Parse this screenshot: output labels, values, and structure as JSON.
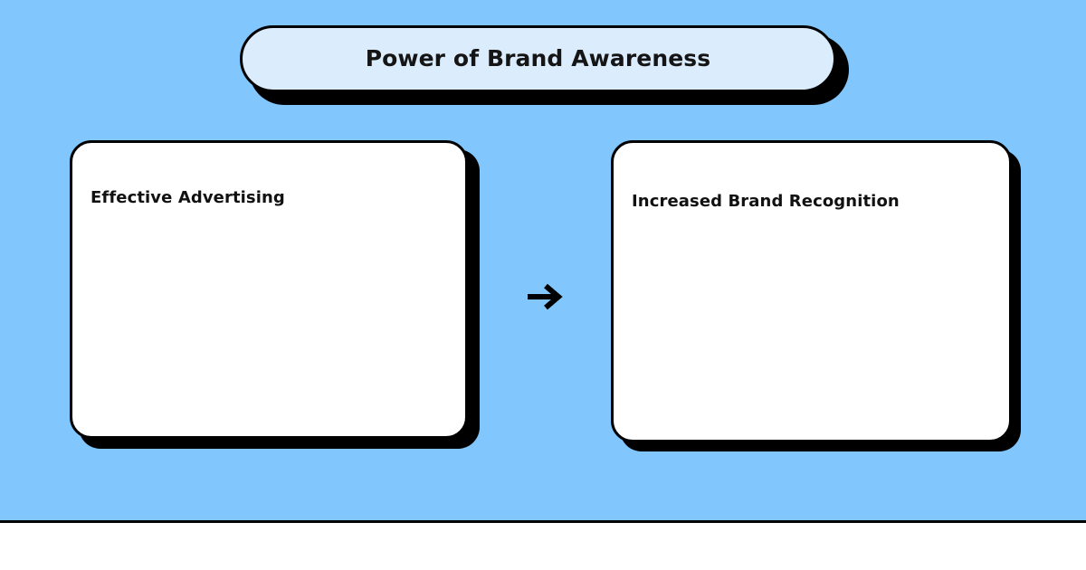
{
  "canvas": {
    "background_color": "#81c6fd",
    "footer_background_color": "#ffffff",
    "divider_color": "#000000"
  },
  "header": {
    "title": "Power of Brand Awareness",
    "pill_fill_color": "#dbecfc",
    "pill_border_color": "#000000"
  },
  "diagram": {
    "type": "flow",
    "nodes": [
      {
        "id": "node-effective-advertising",
        "label": "Effective Advertising",
        "fill_color": "#ffffff",
        "border_color": "#000000"
      },
      {
        "id": "node-increased-brand-recognition",
        "label": "Increased Brand Recognition",
        "fill_color": "#ffffff",
        "border_color": "#000000"
      }
    ],
    "connectors": [
      {
        "id": "connector-1",
        "icon": "arrow-right-icon",
        "from": "node-effective-advertising",
        "to": "node-increased-brand-recognition",
        "color": "#000000"
      }
    ]
  }
}
